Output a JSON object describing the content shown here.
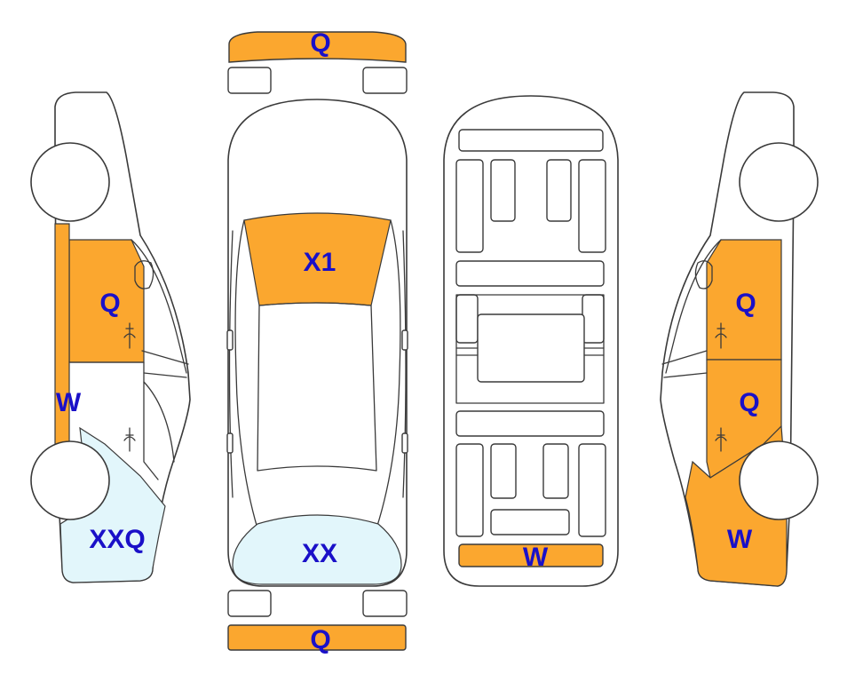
{
  "colors": {
    "damage_orange": "#fba72f",
    "damage_light_blue": "#e2f6fb",
    "label_blue": "#1a10c8",
    "outline": "#3a3a3a"
  },
  "labels": {
    "front_bumper": "Q",
    "windshield": "X1",
    "rear_window": "XX",
    "rear_bumper": "Q",
    "underbody_rear": "W",
    "left_front_door": "Q",
    "left_rocker": "W",
    "left_rear_quarter": "XXQ",
    "right_front_door": "Q",
    "right_rear_door": "Q",
    "right_rear_quarter": "W"
  }
}
